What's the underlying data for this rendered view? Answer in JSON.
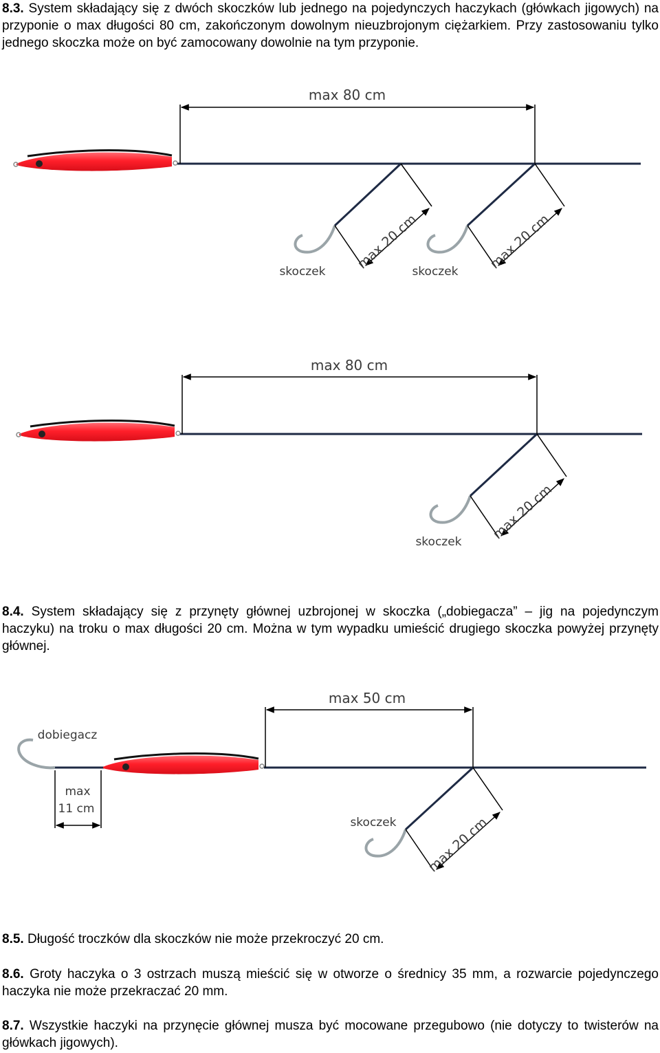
{
  "sections": [
    {
      "number": "8.3.",
      "text": "System składający się z dwóch skoczków lub jednego na pojedynczych haczykach (główkach jigowych) na przyponie o max długości 80 cm, zakończonym dowolnym nieuzbrojonym ciężarkiem. Przy zastosowaniu tylko jednego skoczka może on być zamocowany dowolnie na tym przyponie."
    },
    {
      "number": "8.4.",
      "text": "System składający się z przynęty głównej uzbrojonej w skoczka („dobiegacza” – jig na pojedynczym haczyku) na troku o max długości 20 cm. Można w tym wypadku umieścić drugiego skoczka powyżej przynęty głównej."
    },
    {
      "number": "8.5.",
      "text": "Długość troczków dla skoczków nie może przekroczyć 20 cm."
    },
    {
      "number": "8.6.",
      "text": "Groty haczyka o 3 ostrzach muszą mieścić się w otworze o średnicy 35 mm, a rozwarcie pojedynczego haczyka nie może przekraczać 20 mm."
    },
    {
      "number": "8.7.",
      "text": "Wszystkie haczyki na przynęcie głównej musza być mocowane przegubowo (nie dotyczy to twisterów na główkach jigowych)."
    }
  ],
  "diagram1": {
    "span_label": "max 80 cm",
    "dropper_labels": [
      "max 20 cm",
      "max 20 cm"
    ],
    "hook_labels": [
      "skoczek",
      "skoczek"
    ]
  },
  "diagram2": {
    "span_label": "max 80 cm",
    "dropper_label": "max 20 cm",
    "hook_label": "skoczek"
  },
  "diagram3": {
    "span_label": "max 50 cm",
    "dropper_label": "max 20 cm",
    "hook_label": "skoczek",
    "front_hook_label": "dobiegacz",
    "short_label_1": "max",
    "short_label_2": "11 cm"
  },
  "colors": {
    "lure_red": "#ff1f2a",
    "line": "#1e2a44",
    "hook": "#9aa4a8"
  }
}
